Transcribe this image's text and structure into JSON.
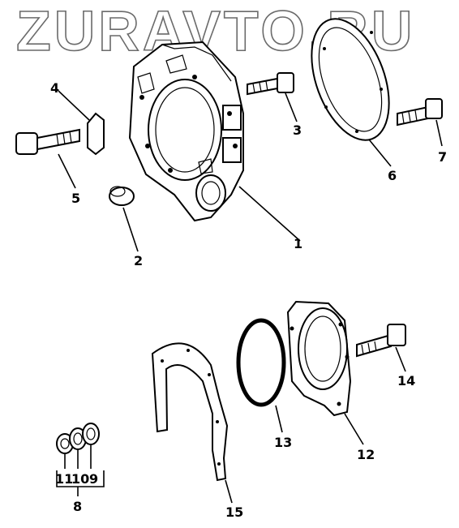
{
  "watermark": "ZURAVTO.RU",
  "callouts": {
    "c1": "1",
    "c2": "2",
    "c3": "3",
    "c4": "4",
    "c5": "5",
    "c6": "6",
    "c7": "7",
    "c8": "8",
    "c9": "9",
    "c10": "10",
    "c11": "11",
    "c12": "12",
    "c13": "13",
    "c14": "14",
    "c15": "15"
  }
}
